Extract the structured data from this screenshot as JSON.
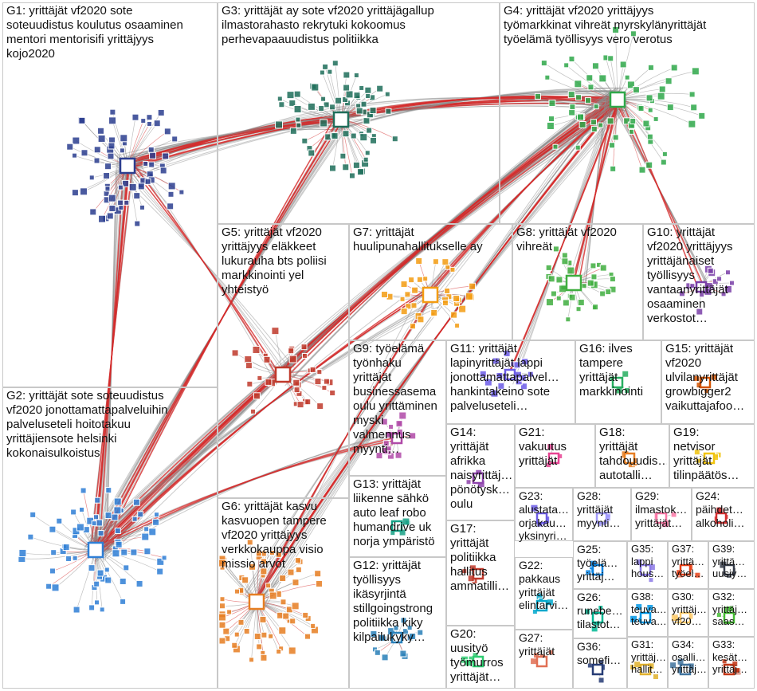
{
  "background": "#ffffff",
  "edge_colors": {
    "strong": "#d42a2a",
    "weak": "#8c8c8c"
  },
  "groups": [
    {
      "id": "G1",
      "label": "G1: yrittäjät vf2020 sote\nsoteuudistus koulutus osaaminen\nmentori mentorisifi yrittäjyys\nkojo2020",
      "color": "#2c3e8f"
    },
    {
      "id": "G2",
      "label": "G2: yrittäjät sote soteuudistus\nvf2020 jonottamattapalveluihin\npalveluseteli hoitotakuu\nyrittäjiensote helsinki\nkokonaisulkoistus",
      "color": "#2f7fd6"
    },
    {
      "id": "G3",
      "label": "G3: yrittäjät ay sote vf2020 yrittäjägallup\nilmastorahasto rekrytuki kokoomus\nperhevapaauudistus politiikka",
      "color": "#1f6e5a"
    },
    {
      "id": "G4",
      "label": "G4: yrittäjät vf2020 yrittäjyys\ntyömarkkinat vihreät myrskylänyrittäjät\ntyöelämä työllisyys vero verotus",
      "color": "#2fa84a"
    },
    {
      "id": "G5",
      "label": "G5: yrittäjät vf2020\nyrittäjyys eläkkeet\nlukurauha bts poliisi\nmarkkinointi yel\nyhteistyö",
      "color": "#c0392b"
    },
    {
      "id": "G6",
      "label": "G6: yrittäjät kasvu\nkasvuopen tampere\nvf2020 yrittäjyys\nverkkokauppa visio\nmissio arvot",
      "color": "#e67e22"
    },
    {
      "id": "G7",
      "label": "G7: yrittäjät\nhuulipunahallitukselle ay",
      "color": "#f39c12"
    },
    {
      "id": "G8",
      "label": "G8: yrittäjät vf2020\nvihreät",
      "color": "#3fae3f"
    },
    {
      "id": "G9",
      "label": "G9: työelämä\ntyönhaku\nyrittäjät\nbusinessasema\noulu yrittäminen\nmyski\nvalmennus\nmyynti…",
      "color": "#b04aa8"
    },
    {
      "id": "G10",
      "label": "G10: yrittäjät\nvf2020 yrittäjyys\nyrittäjänaiset\ntyöllisyys\nvantaanyrittäjät\nosaaminen\nverkostot…",
      "color": "#7a3fa8"
    },
    {
      "id": "G11",
      "label": "G11: yrittäjät\nlapinyrittäjät lappi\njonottamattapalvel…\nhankintakeino sote\npalveluseteli…",
      "color": "#6c5ce7"
    },
    {
      "id": "G12",
      "label": "G12: yrittäjät\ntyöllisyys\nikäsyrjintä\nstillgoingstrong\npolitiikka kiky\nkilpailukyky…",
      "color": "#2980b9"
    },
    {
      "id": "G13",
      "label": "G13: yrittäjät\nliikenne sähkö\nauto leaf robo\nhumandrive uk\nnorja ympäristö",
      "color": "#16a085"
    },
    {
      "id": "G14",
      "label": "G14:\nyrittäjät\nafrikka\nnaisyrittäj…\npönötysk…\noulu",
      "color": "#8e44ad"
    },
    {
      "id": "G15",
      "label": "G15: yrittäjät\nvf2020\nulvilanyrittäjät\ngrowbigger2\nvaikuttajafoo…",
      "color": "#d35400"
    },
    {
      "id": "G16",
      "label": "G16: ilves\ntampere\nyrittäjät\nmarkkinointi",
      "color": "#27ae60"
    },
    {
      "id": "G17",
      "label": "G17:\nyrittäjät\npolitiikka\nhallitus\nammatilli…",
      "color": "#c0392b"
    },
    {
      "id": "G18",
      "label": "G18:\nyrittäjät\ntahdouudis…\nautotalli…",
      "color": "#e67e22"
    },
    {
      "id": "G19",
      "label": "G19:\nnetvisor\nyrittäjät\ntilinpäätös…",
      "color": "#f1c40f"
    },
    {
      "id": "G20",
      "label": "G20:\nuusityö\ntyömurros\nyrittäjät…",
      "color": "#2ecc71"
    },
    {
      "id": "G21",
      "label": "G21:\nvakuutus\nyrittäjät",
      "color": "#e84393"
    },
    {
      "id": "G22",
      "label": "G22:\npakkaus\nyrittäjät\nelintarvi…",
      "color": "#00a8cc"
    },
    {
      "id": "G23",
      "label": "G23:\nalustata…\norjakau…\nyksinyri…",
      "color": "#6c5ce7"
    },
    {
      "id": "G24",
      "label": "G24:\npäihdet…\nalkoholi…",
      "color": "#d63031"
    },
    {
      "id": "G25",
      "label": "G25:\ntyöelä…\nyrittäj…",
      "color": "#0984e3"
    },
    {
      "id": "G26",
      "label": "G26:\nrunebe…\ntilastot…",
      "color": "#00b894"
    },
    {
      "id": "G27",
      "label": "G27:\nyrittäjät",
      "color": "#e17055"
    },
    {
      "id": "G28",
      "label": "G28:\nyrittäjät\nmyynti…",
      "color": "#a29bfe"
    },
    {
      "id": "G29",
      "label": "G29:\nilmastok…\nyrittäjät…",
      "color": "#fd79a8"
    },
    {
      "id": "G30",
      "label": "G30:\nyrittäj…\nvf20…",
      "color": "#fdcb6e"
    },
    {
      "id": "G31",
      "label": "G31:\nyrittäj…\nhallit…",
      "color": "#e1b12c"
    },
    {
      "id": "G32",
      "label": "G32:\nyrittäj…\nsaas…",
      "color": "#44bd32"
    },
    {
      "id": "G33",
      "label": "G33:\nkesät…\nyrittäj…",
      "color": "#c23616"
    },
    {
      "id": "G34",
      "label": "G34:\nosalli…\nyrittäj…",
      "color": "#40739e"
    },
    {
      "id": "G35",
      "label": "G35:\nlappi\nhous…",
      "color": "#8c7ae6"
    },
    {
      "id": "G36",
      "label": "G36:\nsomefi…",
      "color": "#273c75"
    },
    {
      "id": "G37",
      "label": "G37:\nyrittä…\ntyöel…",
      "color": "#e84118"
    },
    {
      "id": "G38",
      "label": "G38:\nteuva…\nteuva…",
      "color": "#0097e6"
    },
    {
      "id": "G39",
      "label": "G39:\nyrittä…\nuusiy…",
      "color": "#353b48"
    }
  ]
}
